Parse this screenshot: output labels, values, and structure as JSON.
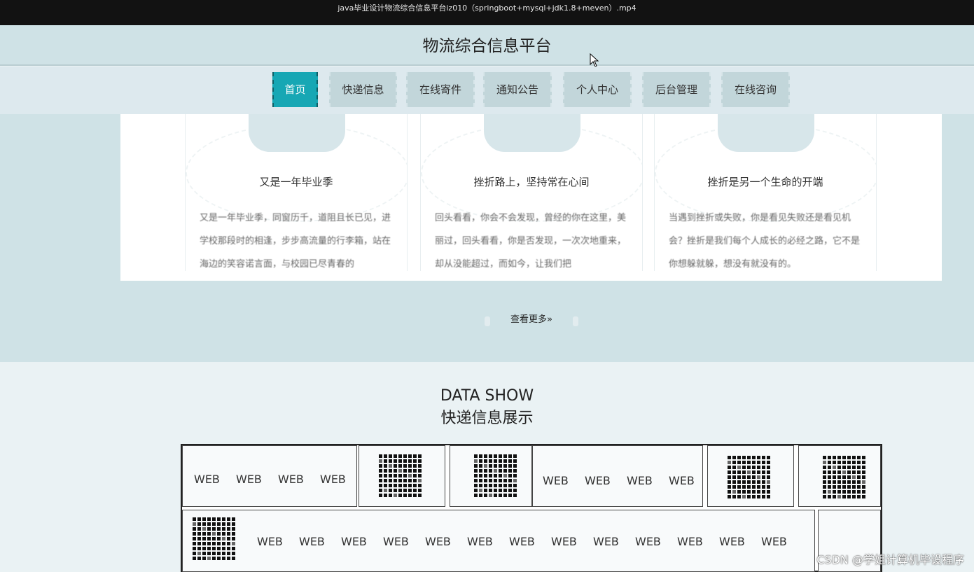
{
  "window": {
    "title": "java毕业设计物流综合信息平台iz010（springboot+mysql+jdk1.8+meven）.mp4"
  },
  "site": {
    "title": "物流综合信息平台"
  },
  "nav": {
    "items": [
      {
        "label": "首页",
        "active": true
      },
      {
        "label": "快递信息",
        "active": false
      },
      {
        "label": "在线寄件",
        "active": false
      },
      {
        "label": "通知公告",
        "active": false
      },
      {
        "label": "个人中心",
        "active": false
      },
      {
        "label": "后台管理",
        "active": false
      },
      {
        "label": "在线咨询",
        "active": false
      }
    ]
  },
  "news": {
    "cards": [
      {
        "title": "又是一年毕业季",
        "excerpt": "又是一年毕业季，同窗历千，道阻且长已见，进学校那段时的相逢，步步高流量的行李箱，站在海边的笑容诺言面，与校园已尽青春的"
      },
      {
        "title": "挫折路上，坚持常在心间",
        "excerpt": "回头看看，你会不会发现，曾经的你在这里，美丽过，回头看看，你是否发现，一次次地重来，却从没能超过，而如今，让我们把"
      },
      {
        "title": "挫折是另一个生命的开端",
        "excerpt": "当遇到挫折或失败，你是看见失败还是看见机会？挫折是我们每个人成长的必经之路，它不是你想躲就躲，想没有就没有的。"
      }
    ],
    "more_label": "查看更多»"
  },
  "data_show": {
    "title_en": "DATA SHOW",
    "title_cn": "快递信息展示",
    "web_label": "WEB"
  },
  "watermark": "CSDN @学姐计算机毕设程序",
  "colors": {
    "accent": "#17a7b4",
    "nav_bg": "#c2d6da",
    "band_bg": "#cfe2e6"
  }
}
